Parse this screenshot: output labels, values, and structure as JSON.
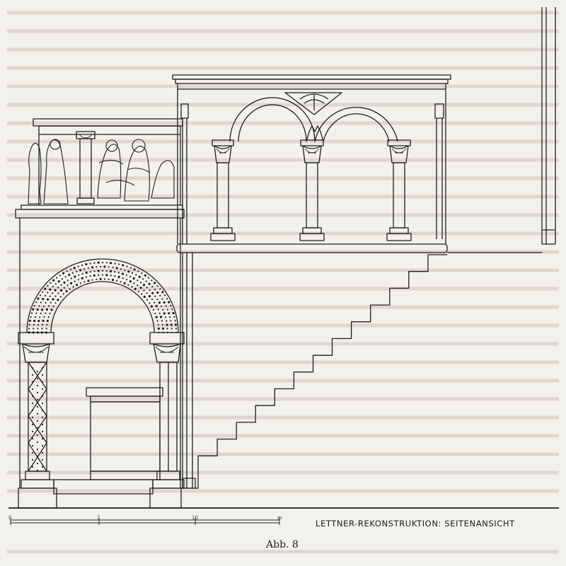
{
  "drawing": {
    "title": "LETTNER-REKONSTRUKTION: SEITENANSICHT",
    "figure_label": "Abb. 8",
    "scale_labels": [
      "0",
      "5",
      "10",
      "m"
    ],
    "stair_steps": 13,
    "arcade_columns": 3,
    "ink_color": "#1e1e1e",
    "paper_color": "#f3f1ec"
  }
}
